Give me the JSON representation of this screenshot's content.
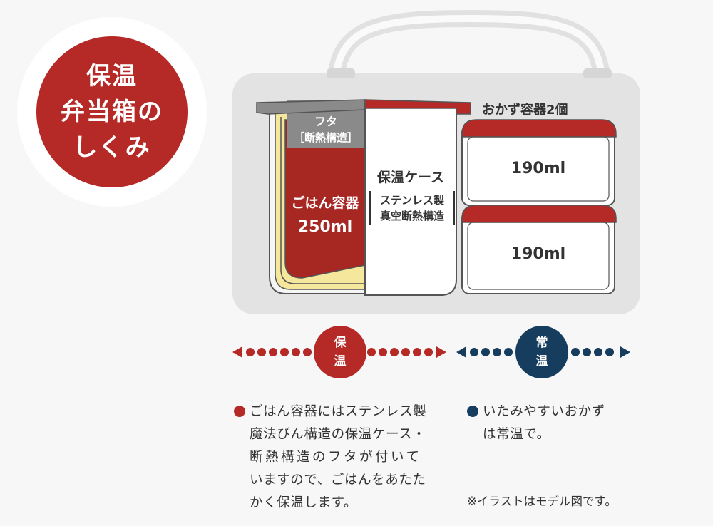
{
  "badge": {
    "line1": "保温",
    "line2": "弁当箱の",
    "line3": "しくみ"
  },
  "lid": {
    "line1": "フタ",
    "line2": "［断熱構造］"
  },
  "rice": {
    "line1": "ごはん容器",
    "line2": "250ml"
  },
  "case": {
    "title": "保温ケース",
    "sub1": "ステンレス製",
    "sub2": "真空断熱構造"
  },
  "side": {
    "title": "おかず容器2個",
    "container1": "190ml",
    "container2": "190ml"
  },
  "warm": {
    "label_top": "保",
    "label_bottom": "温"
  },
  "normal": {
    "label_top": "常",
    "label_bottom": "温"
  },
  "desc_left": {
    "line1": "ごはん容器にはステンレス製",
    "line2": "魔法びん構造の保温ケース・",
    "line3": "断熱構造のフタが付いて",
    "line4": "いますので、ごはんをあたた",
    "line5": "かく保温します。"
  },
  "desc_right": {
    "line1": "いたみやすいおかず",
    "line2": "は常温で。"
  },
  "note": "※イラストはモデル図です。",
  "colors": {
    "red": "#b52a26",
    "navy": "#163d5e",
    "gray": "#e3e3e3",
    "yellow": "#f5e79c"
  }
}
